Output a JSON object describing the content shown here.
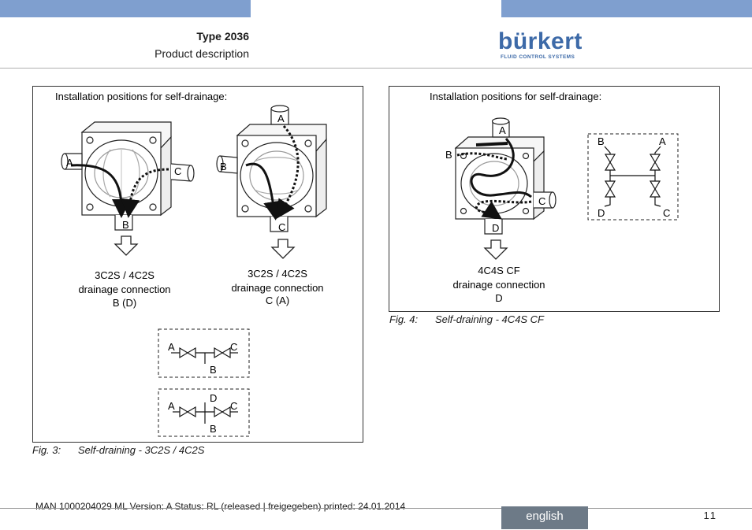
{
  "header": {
    "type_title": "Type 2036",
    "subtitle": "Product description",
    "logo_name": "bürkert",
    "logo_tagline": "FLUID CONTROL SYSTEMS",
    "bar_color": "#7f9fcf",
    "brand_color": "#3d6aa8"
  },
  "fig3": {
    "heading": "Installation positions for self-drainage:",
    "valve1": {
      "labels": {
        "a": "A",
        "b": "B",
        "c": "C"
      },
      "caption1": "3C2S / 4C2S",
      "caption2": "drainage connection",
      "caption3": "B (D)"
    },
    "valve2": {
      "labels": {
        "a": "A",
        "b": "B",
        "c": "C"
      },
      "caption1": "3C2S / 4C2S",
      "caption2": "drainage connection",
      "caption3": "C (A)"
    },
    "schematic1": {
      "a": "A",
      "b": "B",
      "c": "C"
    },
    "schematic2": {
      "a": "A",
      "b": "B",
      "c": "C",
      "d": "D"
    },
    "caption_num": "Fig. 3:",
    "caption_text": "Self-draining - 3C2S / 4C2S"
  },
  "fig4": {
    "heading": "Installation positions for self-drainage:",
    "valve": {
      "labels": {
        "a": "A",
        "b": "B",
        "c": "C",
        "d": "D"
      },
      "caption1": "4C4S CF",
      "caption2": "drainage connection",
      "caption3": "D"
    },
    "schematic": {
      "a": "A",
      "b": "B",
      "c": "C",
      "d": "D"
    },
    "caption_num": "Fig. 4:",
    "caption_text": "Self-draining - 4C4S CF"
  },
  "footer": {
    "doc_info": "MAN  1000204029  ML  Version: A Status: RL (released | freigegeben)  printed: 24.01.2014",
    "language": "english",
    "page_number": "11",
    "badge_color": "#6d7a87"
  }
}
